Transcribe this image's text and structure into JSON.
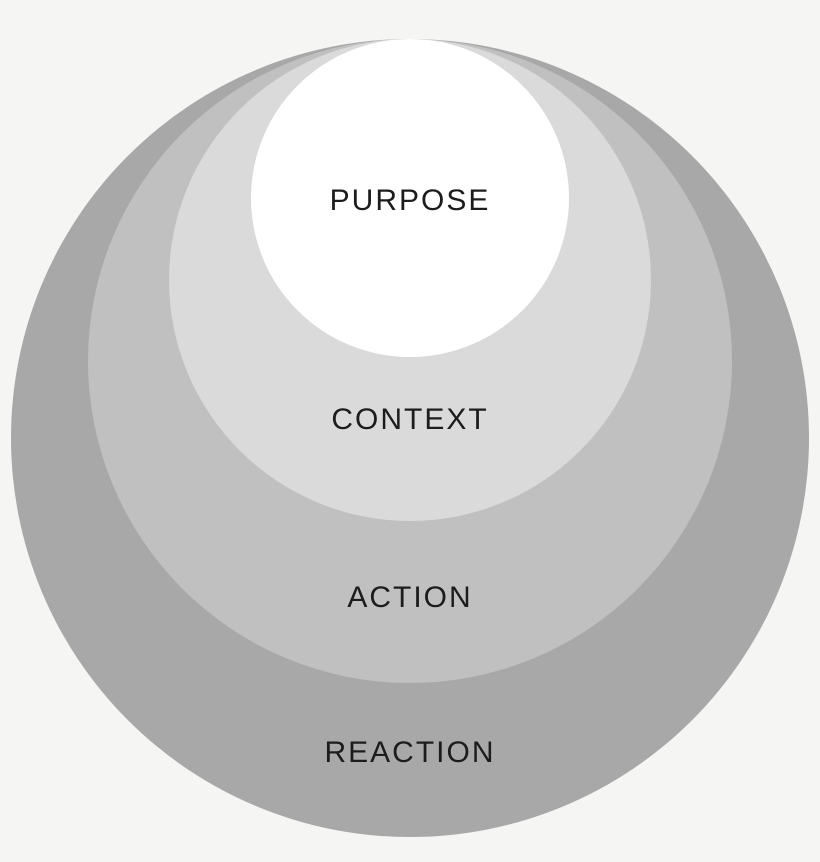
{
  "diagram": {
    "title": "nested tangent circles diagram",
    "background_color": "#f5f5f4",
    "text_color": "#1c1c1c",
    "rings": [
      {
        "label": "REACTION",
        "color": "#a8a8a8"
      },
      {
        "label": "ACTION",
        "color": "#c0c0c0"
      },
      {
        "label": "CONTEXT",
        "color": "#dadada"
      },
      {
        "label": "PURPOSE",
        "color": "#ffffff"
      }
    ]
  }
}
